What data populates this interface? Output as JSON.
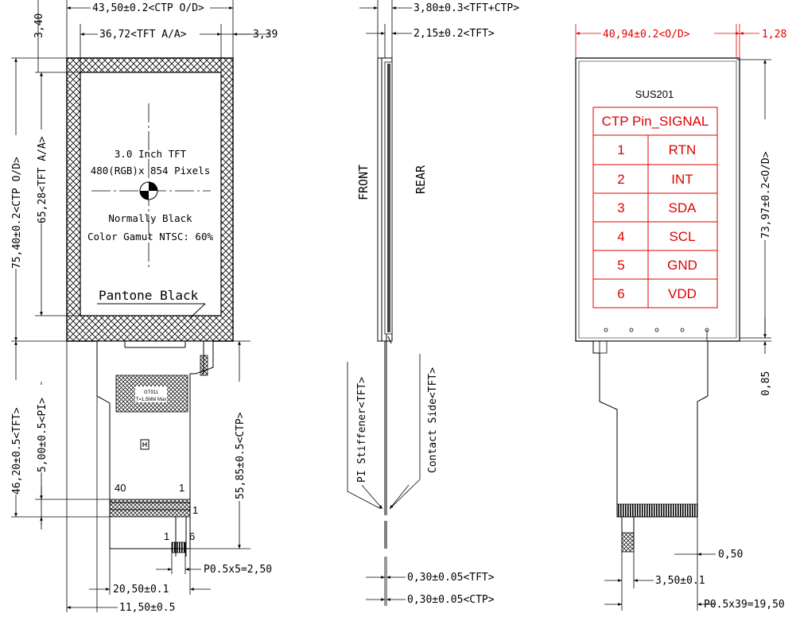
{
  "front_view": {
    "dim_ctp_width": "43,50±0.2<CTP O/D>",
    "dim_tft_aa_width": "36,72<TFT A/A>",
    "dim_right_margin": "3,39",
    "dim_top_margin": "3,40",
    "dim_ctp_height": "75,40±0.2<CTP O/D>",
    "dim_aa_height": "65,28<TFT A/A>",
    "dim_fpc_tft_len": "46,20±0.5<TFT>",
    "dim_pi_len": "5,00±0.5<PI>",
    "dim_fpc_ctp_len": "55,85±0.5<CTP>",
    "dim_pitch_ctp": "P0.5x5=2,50",
    "dim_fpc_width": "20,50±0.1",
    "dim_fpc_tail_width": "11,50±0.5",
    "display_text": [
      "3.0 Inch TFT",
      "480(RGB)x 854 Pixels",
      "Normally Black",
      "Color Gamut NTSC: 60%"
    ],
    "pantone_label": "Pantone Black",
    "ic_label_1": "GT911",
    "ic_label_2": "T=1.5MM Max",
    "pin_40": "40",
    "pin_1_top": "1",
    "pin_1_side": "1",
    "ctp_pin_1": "1",
    "ctp_pin_6": "6"
  },
  "side_view": {
    "dim_total_thickness": "3,80±0.3<TFT+CTP>",
    "dim_tft_thickness": "2,15±0.2<TFT>",
    "front_label": "FRONT",
    "rear_label": "REAR",
    "pi_stiffener_label": "PI Stiffener<TFT>",
    "contact_side_label": "Contact Side<TFT>",
    "dim_fpc_tft_thick": "0,30±0.05<TFT>",
    "dim_fpc_ctp_thick": "0,30±0.05<CTP>"
  },
  "rear_view": {
    "dim_width": "40,94±0.2<O/D>",
    "dim_offset": "1,28",
    "dim_height": "73,97±0.2<O/D>",
    "dim_bottom": "0,85",
    "model_label": "SUS201",
    "dim_finger_gap": "0,50",
    "dim_finger_width": "3,50±0.1",
    "dim_pitch_tft": "P0.5x39=19,50",
    "pin_table": {
      "header": "CTP Pin_SIGNAL",
      "rows": [
        {
          "pin": "1",
          "signal": "RTN"
        },
        {
          "pin": "2",
          "signal": "INT"
        },
        {
          "pin": "3",
          "signal": "SDA"
        },
        {
          "pin": "4",
          "signal": "SCL"
        },
        {
          "pin": "5",
          "signal": "GND"
        },
        {
          "pin": "6",
          "signal": "VDD"
        }
      ]
    }
  },
  "colors": {
    "line": "#000000",
    "accent": "#e00000"
  }
}
